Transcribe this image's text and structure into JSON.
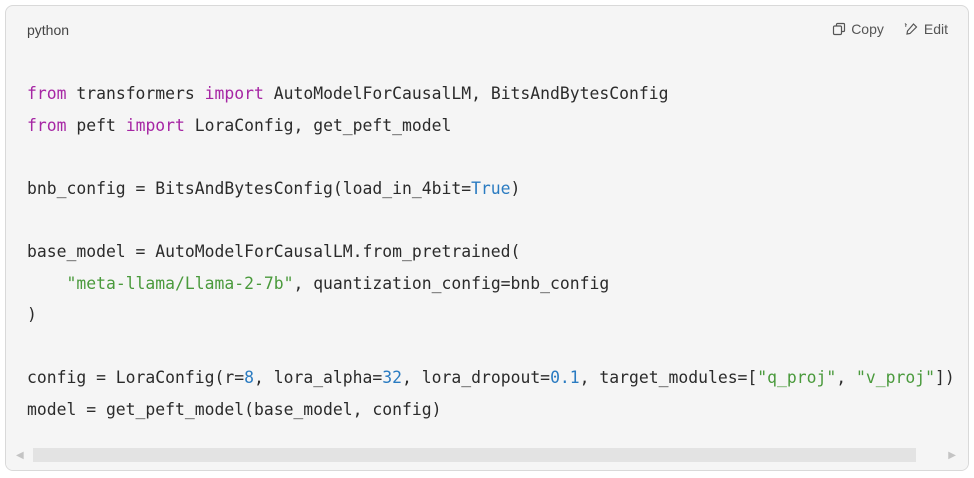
{
  "code_block": {
    "language": "python",
    "actions": {
      "copy_label": "Copy",
      "edit_label": "Edit"
    },
    "lines": [
      [
        {
          "t": "from",
          "c": "kw"
        },
        {
          "t": " transformers ",
          "c": ""
        },
        {
          "t": "import",
          "c": "kw"
        },
        {
          "t": " AutoModelForCausalLM, BitsAndBytesConfig",
          "c": ""
        }
      ],
      [
        {
          "t": "from",
          "c": "kw"
        },
        {
          "t": " peft ",
          "c": ""
        },
        {
          "t": "import",
          "c": "kw"
        },
        {
          "t": " LoraConfig, get_peft_model",
          "c": ""
        }
      ],
      [],
      [
        {
          "t": "bnb_config = BitsAndBytesConfig(load_in_4bit=",
          "c": ""
        },
        {
          "t": "True",
          "c": "bool"
        },
        {
          "t": ")",
          "c": ""
        }
      ],
      [],
      [
        {
          "t": "base_model = AutoModelForCausalLM.from_pretrained(",
          "c": ""
        }
      ],
      [
        {
          "t": "    ",
          "c": ""
        },
        {
          "t": "\"meta-llama/Llama-2-7b\"",
          "c": "str"
        },
        {
          "t": ", quantization_config=bnb_config",
          "c": ""
        }
      ],
      [
        {
          "t": ")",
          "c": ""
        }
      ],
      [],
      [
        {
          "t": "config = LoraConfig(r=",
          "c": ""
        },
        {
          "t": "8",
          "c": "num"
        },
        {
          "t": ", lora_alpha=",
          "c": ""
        },
        {
          "t": "32",
          "c": "num"
        },
        {
          "t": ", lora_dropout=",
          "c": ""
        },
        {
          "t": "0.1",
          "c": "num"
        },
        {
          "t": ", target_modules=[",
          "c": ""
        },
        {
          "t": "\"q_proj\"",
          "c": "str"
        },
        {
          "t": ", ",
          "c": ""
        },
        {
          "t": "\"v_proj\"",
          "c": "str"
        },
        {
          "t": "])",
          "c": ""
        }
      ],
      [
        {
          "t": "model = get_peft_model(base_model, config)",
          "c": ""
        }
      ]
    ]
  },
  "scrollbar": {
    "left_arrow_icon": "chevron-left-icon",
    "right_arrow_icon": "chevron-right-icon",
    "scroll_position": 0
  },
  "colors": {
    "keyword": "#a626a4",
    "string": "#4a9a3c",
    "number": "#2a7bc1",
    "background": "#f5f5f5"
  }
}
